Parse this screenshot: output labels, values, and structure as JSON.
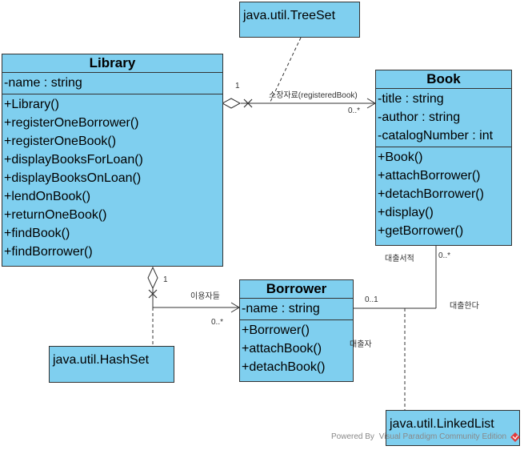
{
  "library": {
    "name": "Library",
    "attributes": [
      "-name : string"
    ],
    "operations": [
      "+Library()",
      "+registerOneBorrower()",
      "+registerOneBook()",
      "+displayBooksForLoan()",
      "+displayBooksOnLoan()",
      "+lendOnBook()",
      "+returnOneBook()",
      "+findBook()",
      "+findBorrower()"
    ]
  },
  "book": {
    "name": "Book",
    "attributes": [
      "-title : string",
      "-author : string",
      "-catalogNumber : int"
    ],
    "operations": [
      "+Book()",
      "+attachBorrower()",
      "+detachBorrower()",
      "+display()",
      "+getBorrower()"
    ]
  },
  "borrower": {
    "name": "Borrower",
    "attributes": [
      "-name : string"
    ],
    "operations": [
      "+Borrower()",
      "+attachBook()",
      "+detachBook()"
    ]
  },
  "notes": {
    "treeset": "java.util.TreeSet",
    "hashset": "java.util.HashSet",
    "linkedlist": "java.util.LinkedList"
  },
  "labels": {
    "lib_book_mult_lib": "1",
    "lib_book_role": "소장자료(registeredBook)",
    "lib_book_mult_book": "0..*",
    "lib_bor_mult_lib": "1",
    "lib_bor_role": "이용자들",
    "lib_bor_mult_bor": "0..*",
    "book_bor_role_book": "대출서적",
    "book_bor_mult_book": "0..*",
    "book_bor_role_bor": "대출자",
    "book_bor_mult_bor": "0..1",
    "book_bor_name": "대출한다"
  },
  "footer": {
    "powered": "Powered By",
    "product": "Visual Paradigm Community Edition"
  },
  "colors": {
    "class_fill": "#7fcfef",
    "border": "#333333",
    "logo": "#e03a3a"
  }
}
